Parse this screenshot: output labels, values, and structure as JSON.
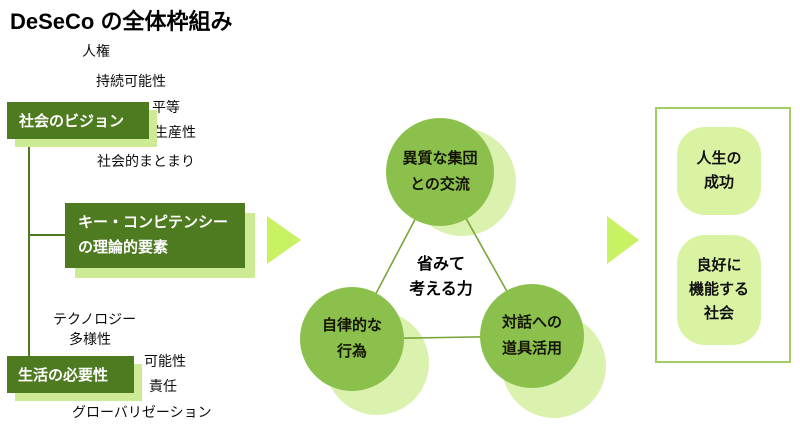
{
  "title": "DeSeCo の全体枠組み",
  "colors": {
    "dark_green": "#4e7a20",
    "box_shadow_green": "#cdeb94",
    "circle_green": "#8cc04d",
    "circle_shadow_green": "#daf2ae",
    "arrow_green": "#c8f164",
    "line_olive": "#7aa437",
    "outer_box_border": "#a0ce62",
    "result_box_fill": "#daf3a2"
  },
  "left_panel": {
    "vision_box_label": "社会のビジョン",
    "vision_items": [
      "人権",
      "持続可能性",
      "平等",
      "生産性",
      "社会的まとまり"
    ],
    "key_box_line1": "キー・コンピテンシー",
    "key_box_line2": "の理論的要素",
    "life_box_label": "生活の必要性",
    "life_items": [
      "テクノロジー",
      "多様性",
      "可能性",
      "責任",
      "グローバリゼーション"
    ]
  },
  "center_diagram": {
    "top_circle_line1": "異質な集団",
    "top_circle_line2": "との交流",
    "left_circle_line1": "自律的な",
    "left_circle_line2": "行為",
    "right_circle_line1": "対話への",
    "right_circle_line2": "道具活用",
    "core_line1": "省みて",
    "core_line2": "考える力"
  },
  "right_panel": {
    "outcome1_line1": "人生の",
    "outcome1_line2": "成功",
    "outcome2_line1": "良好に",
    "outcome2_line2": "機能する",
    "outcome2_line3": "社会"
  }
}
